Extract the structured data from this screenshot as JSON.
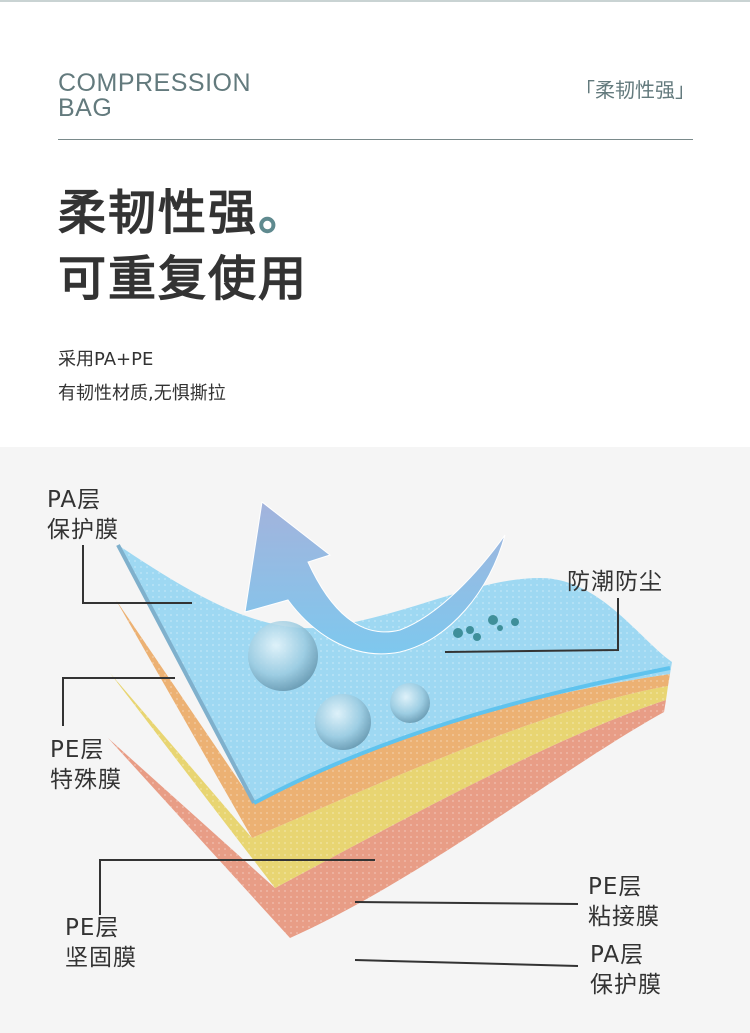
{
  "header": {
    "brand_line1": "COMPRESSION",
    "brand_line2": "BAG",
    "tag": "「柔韧性强」"
  },
  "headline": {
    "line1": "柔韧性强",
    "line1_mark": "。",
    "line2": "可重复使用"
  },
  "subtitle": {
    "line1": "采用PA+PE",
    "line2": "有韧性材质,无惧撕拉"
  },
  "diagram": {
    "labels": {
      "pa_top_1": "PA层",
      "pa_top_2": "保护膜",
      "pe_special_1": "PE层",
      "pe_special_2": "特殊膜",
      "pe_solid_1": "PE层",
      "pe_solid_2": "坚固膜",
      "moisture": "防潮防尘",
      "pe_bond_1": "PE层",
      "pe_bond_2": "粘接膜",
      "pa_bottom_1": "PA层",
      "pa_bottom_2": "保护膜"
    },
    "colors": {
      "blue_layer": "#9dd7f2",
      "orange_layer": "#efb678",
      "yellow_layer": "#ecd97a",
      "pink_layer": "#eba58c",
      "accent": "#637a7d"
    }
  }
}
